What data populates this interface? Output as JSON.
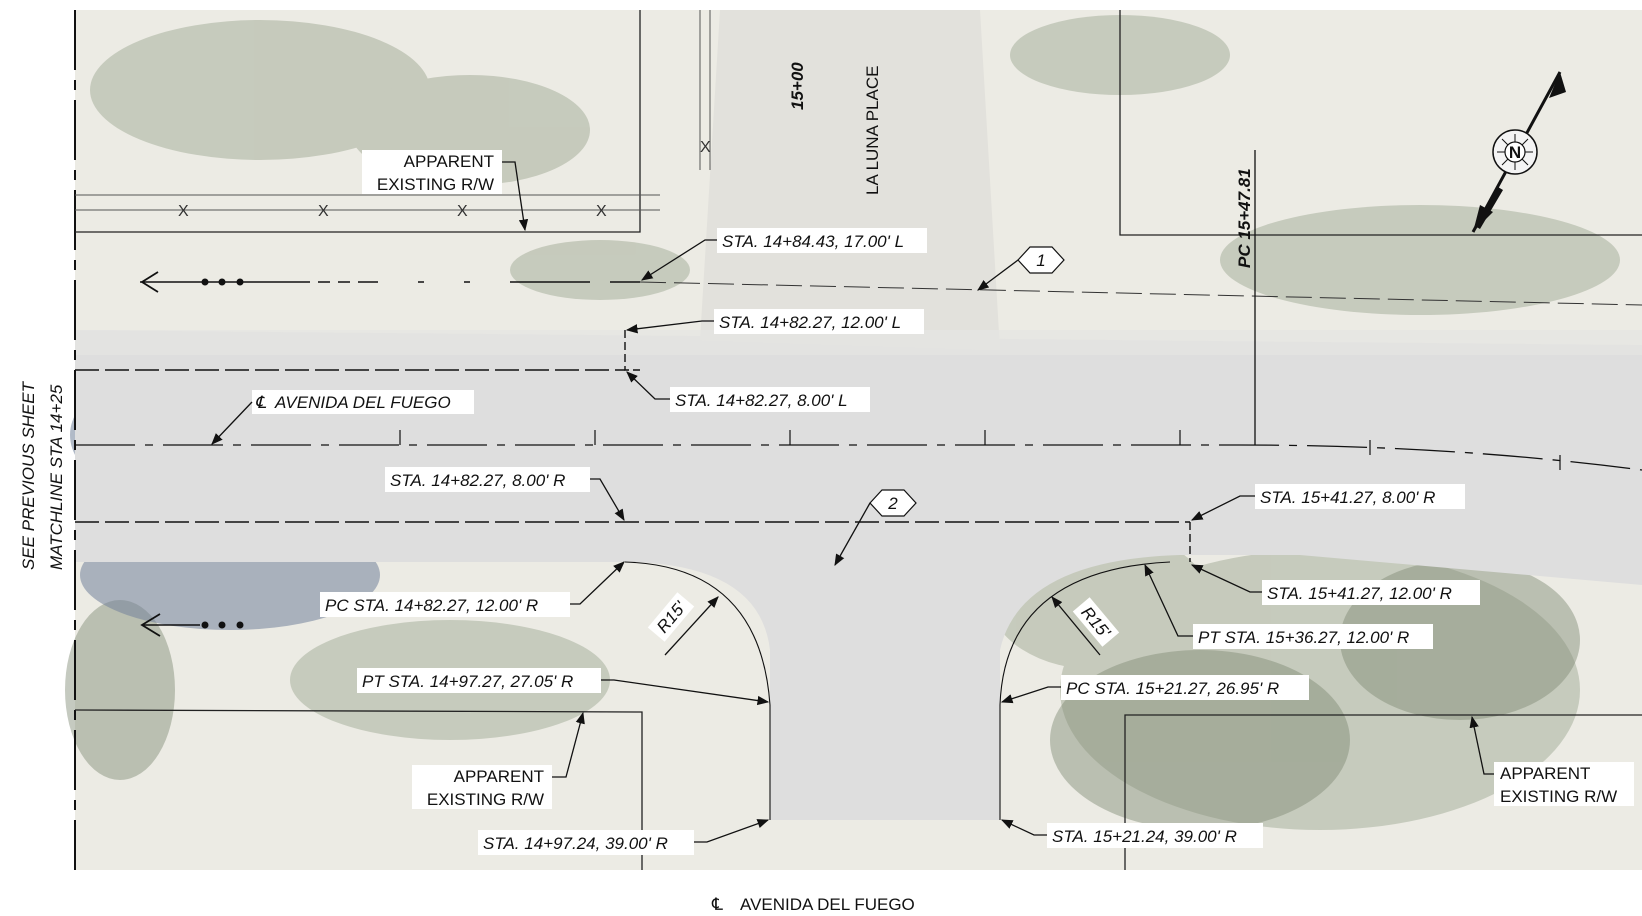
{
  "sheet": {
    "matchline_1": "SEE PREVIOUS SHEET",
    "matchline_2": "MATCHLINE STA 14+25",
    "street_name": "LA LUNA PLACE",
    "station_tick": "15+00",
    "pc_label": "PC 15+47.81",
    "centerline_label": "AVENIDA DEL FUEGO",
    "title": "AVENIDA DEL FUEGO",
    "centerline_symbol": "℄",
    "north_letter": "N"
  },
  "rw_labels": {
    "line1": "APPARENT",
    "line2": "EXISTING R/W"
  },
  "callouts": {
    "c1": "1",
    "c2": "2"
  },
  "radii": {
    "left": "R15'",
    "right": "R15'"
  },
  "stations": {
    "s1": "STA. 14+84.43, 17.00' L",
    "s2": "STA. 14+82.27, 12.00' L",
    "s3": "STA. 14+82.27, 8.00' L",
    "s4": "STA. 14+82.27, 8.00' R",
    "s5": "STA. 15+41.27, 8.00' R",
    "s6": "PC STA. 14+82.27, 12.00' R",
    "s7": "STA. 15+41.27, 12.00' R",
    "s8": "PT STA. 15+36.27, 12.00' R",
    "s9": "PT STA. 14+97.27, 27.05' R",
    "s10": "PC STA. 15+21.27, 26.95' R",
    "s11": "STA. 14+97.24, 39.00' R",
    "s12": "STA. 15+21.24, 39.00' R"
  },
  "colors": {
    "paving": "#dcdcdc",
    "ground": "#eceae2",
    "vegetation": "#8e9a86",
    "tree_shadow": "#6f7f9a"
  }
}
